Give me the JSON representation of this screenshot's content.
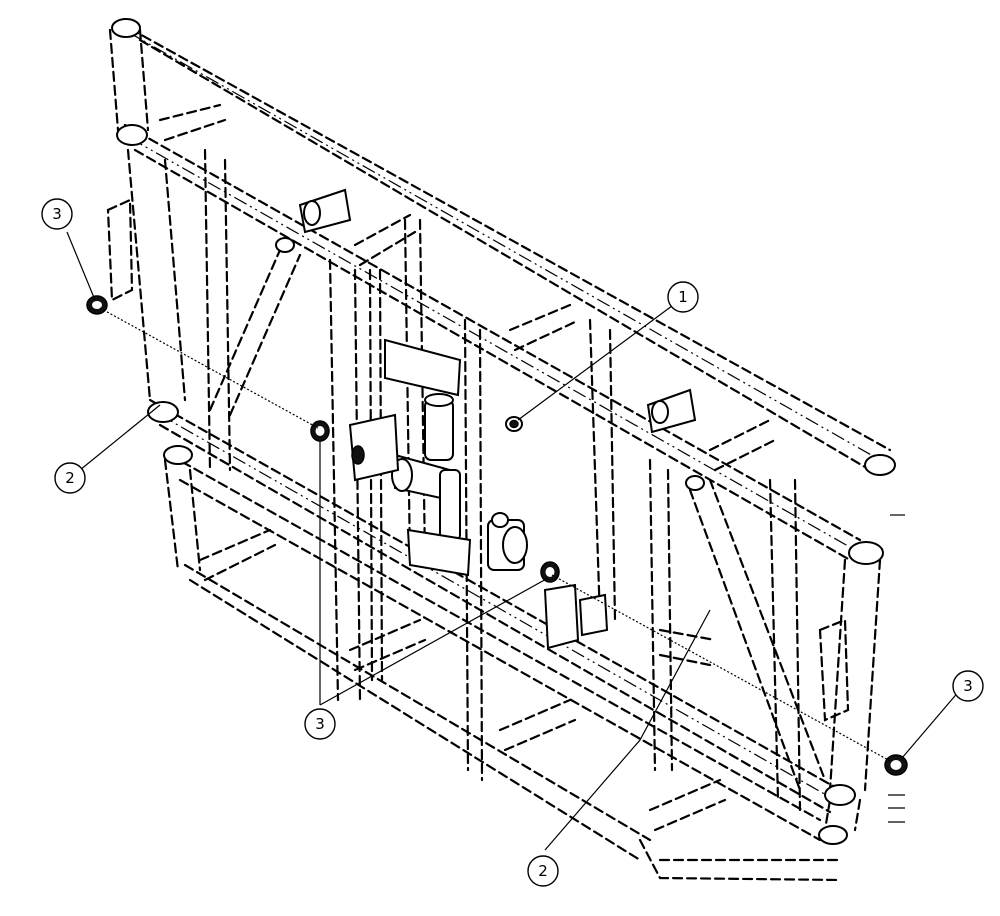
{
  "diagram": {
    "callouts": [
      {
        "id": "callout-1",
        "label": "1"
      },
      {
        "id": "callout-2-left",
        "label": "2"
      },
      {
        "id": "callout-2-bottom",
        "label": "2"
      },
      {
        "id": "callout-3-left",
        "label": "3"
      },
      {
        "id": "callout-3-center",
        "label": "3"
      },
      {
        "id": "callout-3-right",
        "label": "3"
      }
    ]
  }
}
